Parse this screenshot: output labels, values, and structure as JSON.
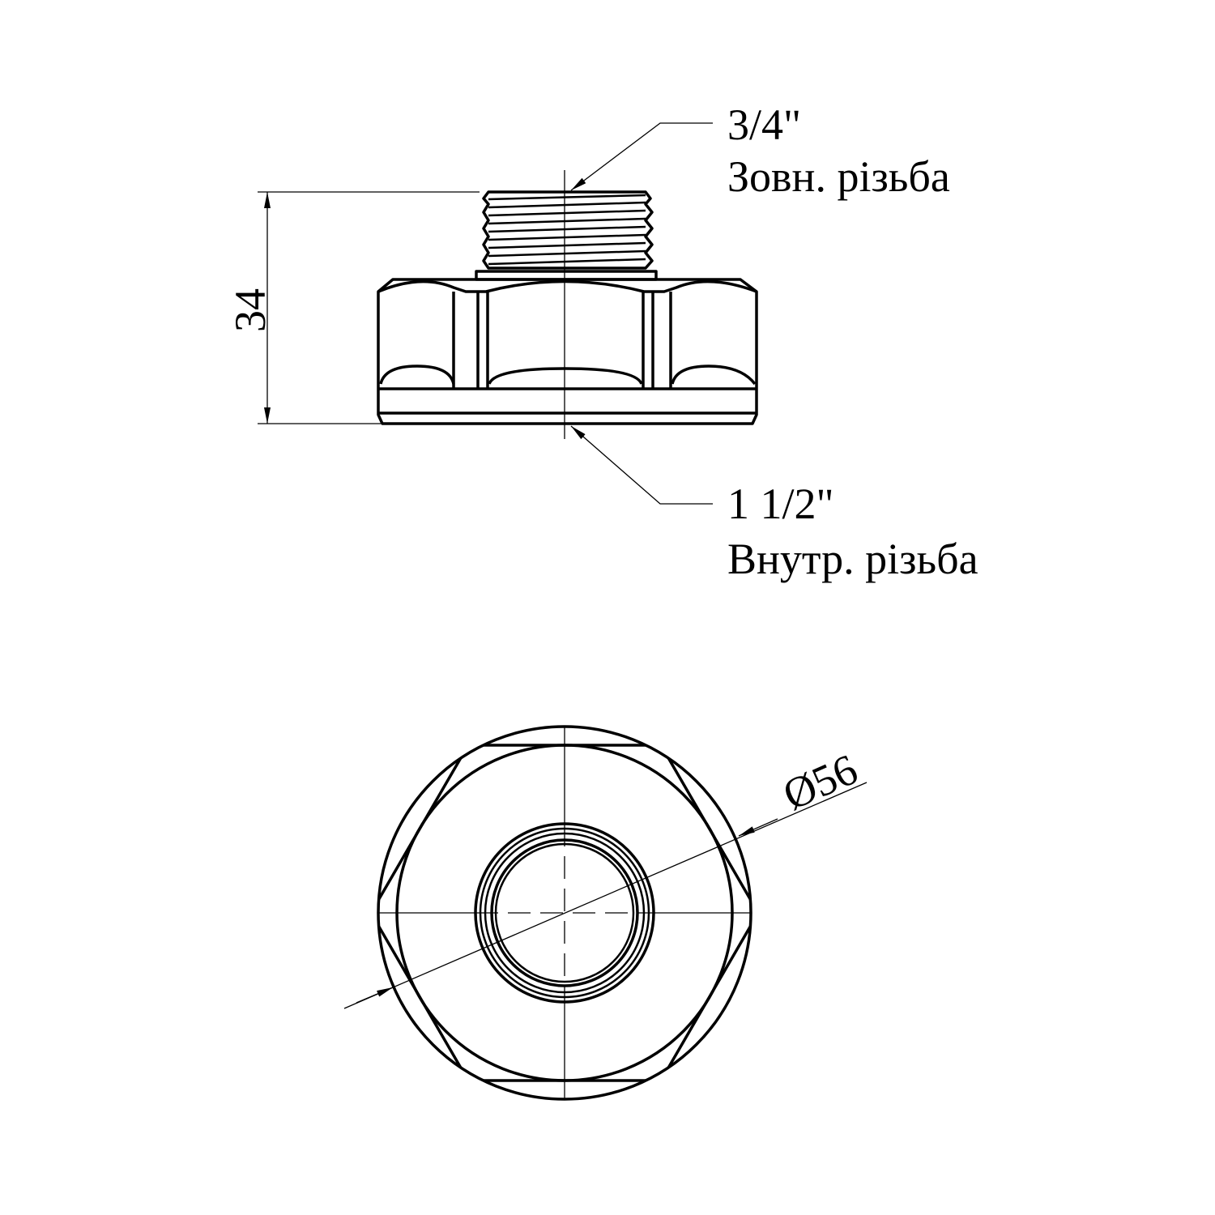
{
  "side_view": {
    "height_dimension": "34",
    "top_thread": {
      "size": "3/4\"",
      "type": "Зовн. різьба"
    },
    "bottom_thread": {
      "size": "1 1/2\"",
      "type": "Внутр. різьба"
    }
  },
  "top_view": {
    "diameter_dimension": "Ø56"
  }
}
